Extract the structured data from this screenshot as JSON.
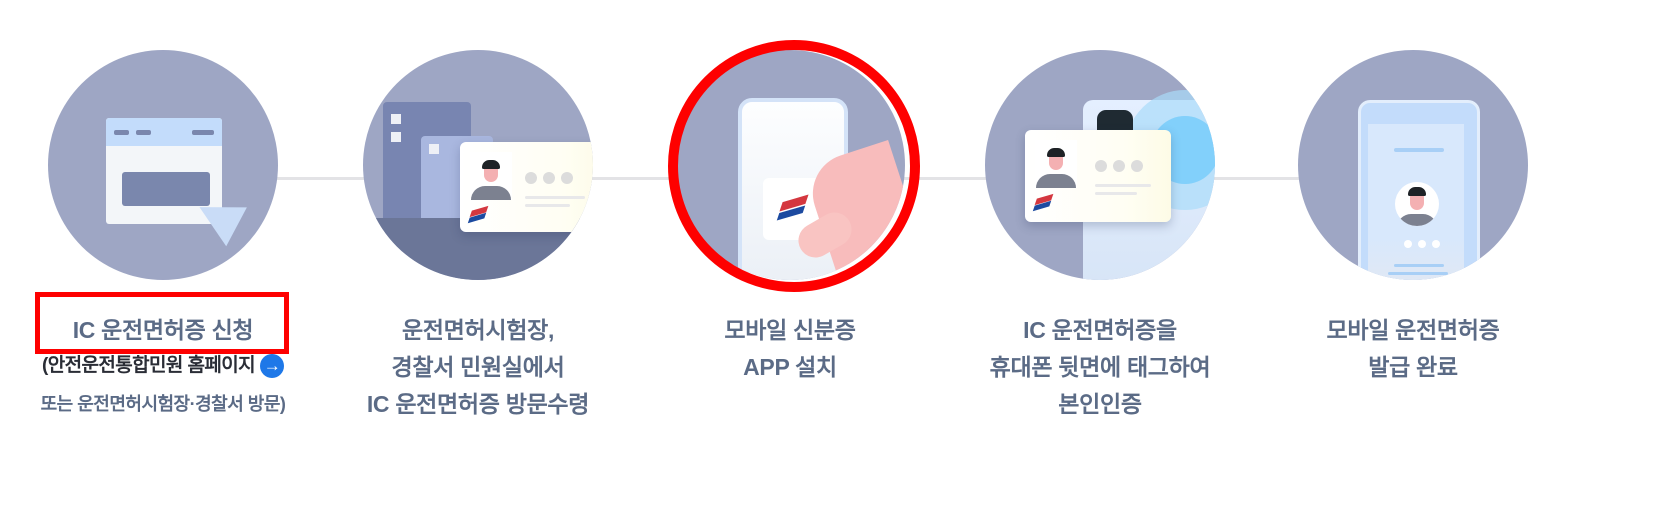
{
  "steps": [
    {
      "id": "apply",
      "icon": "browser-cursor-icon",
      "lines": [
        "IC 운전면허증 신청"
      ],
      "sub_link_text": "(안전운전통합민원 홈페이지",
      "sub_link_arrow": "→",
      "sub_note": "또는 운전면허시험장·경찰서 방문)",
      "highlighted": true
    },
    {
      "id": "receive",
      "icon": "building-id-card-icon",
      "lines": [
        "운전면허시험장,",
        "경찰서 민원실에서",
        "IC 운전면허증 방문수령"
      ]
    },
    {
      "id": "install",
      "icon": "phone-app-install-icon",
      "lines": [
        "모바일 신분증",
        "APP 설치"
      ],
      "highlighted": true
    },
    {
      "id": "verify",
      "icon": "nfc-card-tag-icon",
      "lines": [
        "IC 운전면허증을",
        "휴대폰 뒷면에 태그하여",
        "본인인증"
      ]
    },
    {
      "id": "complete",
      "icon": "mobile-license-icon",
      "lines": [
        "모바일 운전면허증",
        "발급 완료"
      ]
    }
  ],
  "colors": {
    "circle_bg": "#9ea6c4",
    "label_text": "#5b6b86",
    "highlight_red": "#fe0000",
    "link_arrow_blue": "#1e78e8",
    "connector": "#e3e3e6"
  }
}
